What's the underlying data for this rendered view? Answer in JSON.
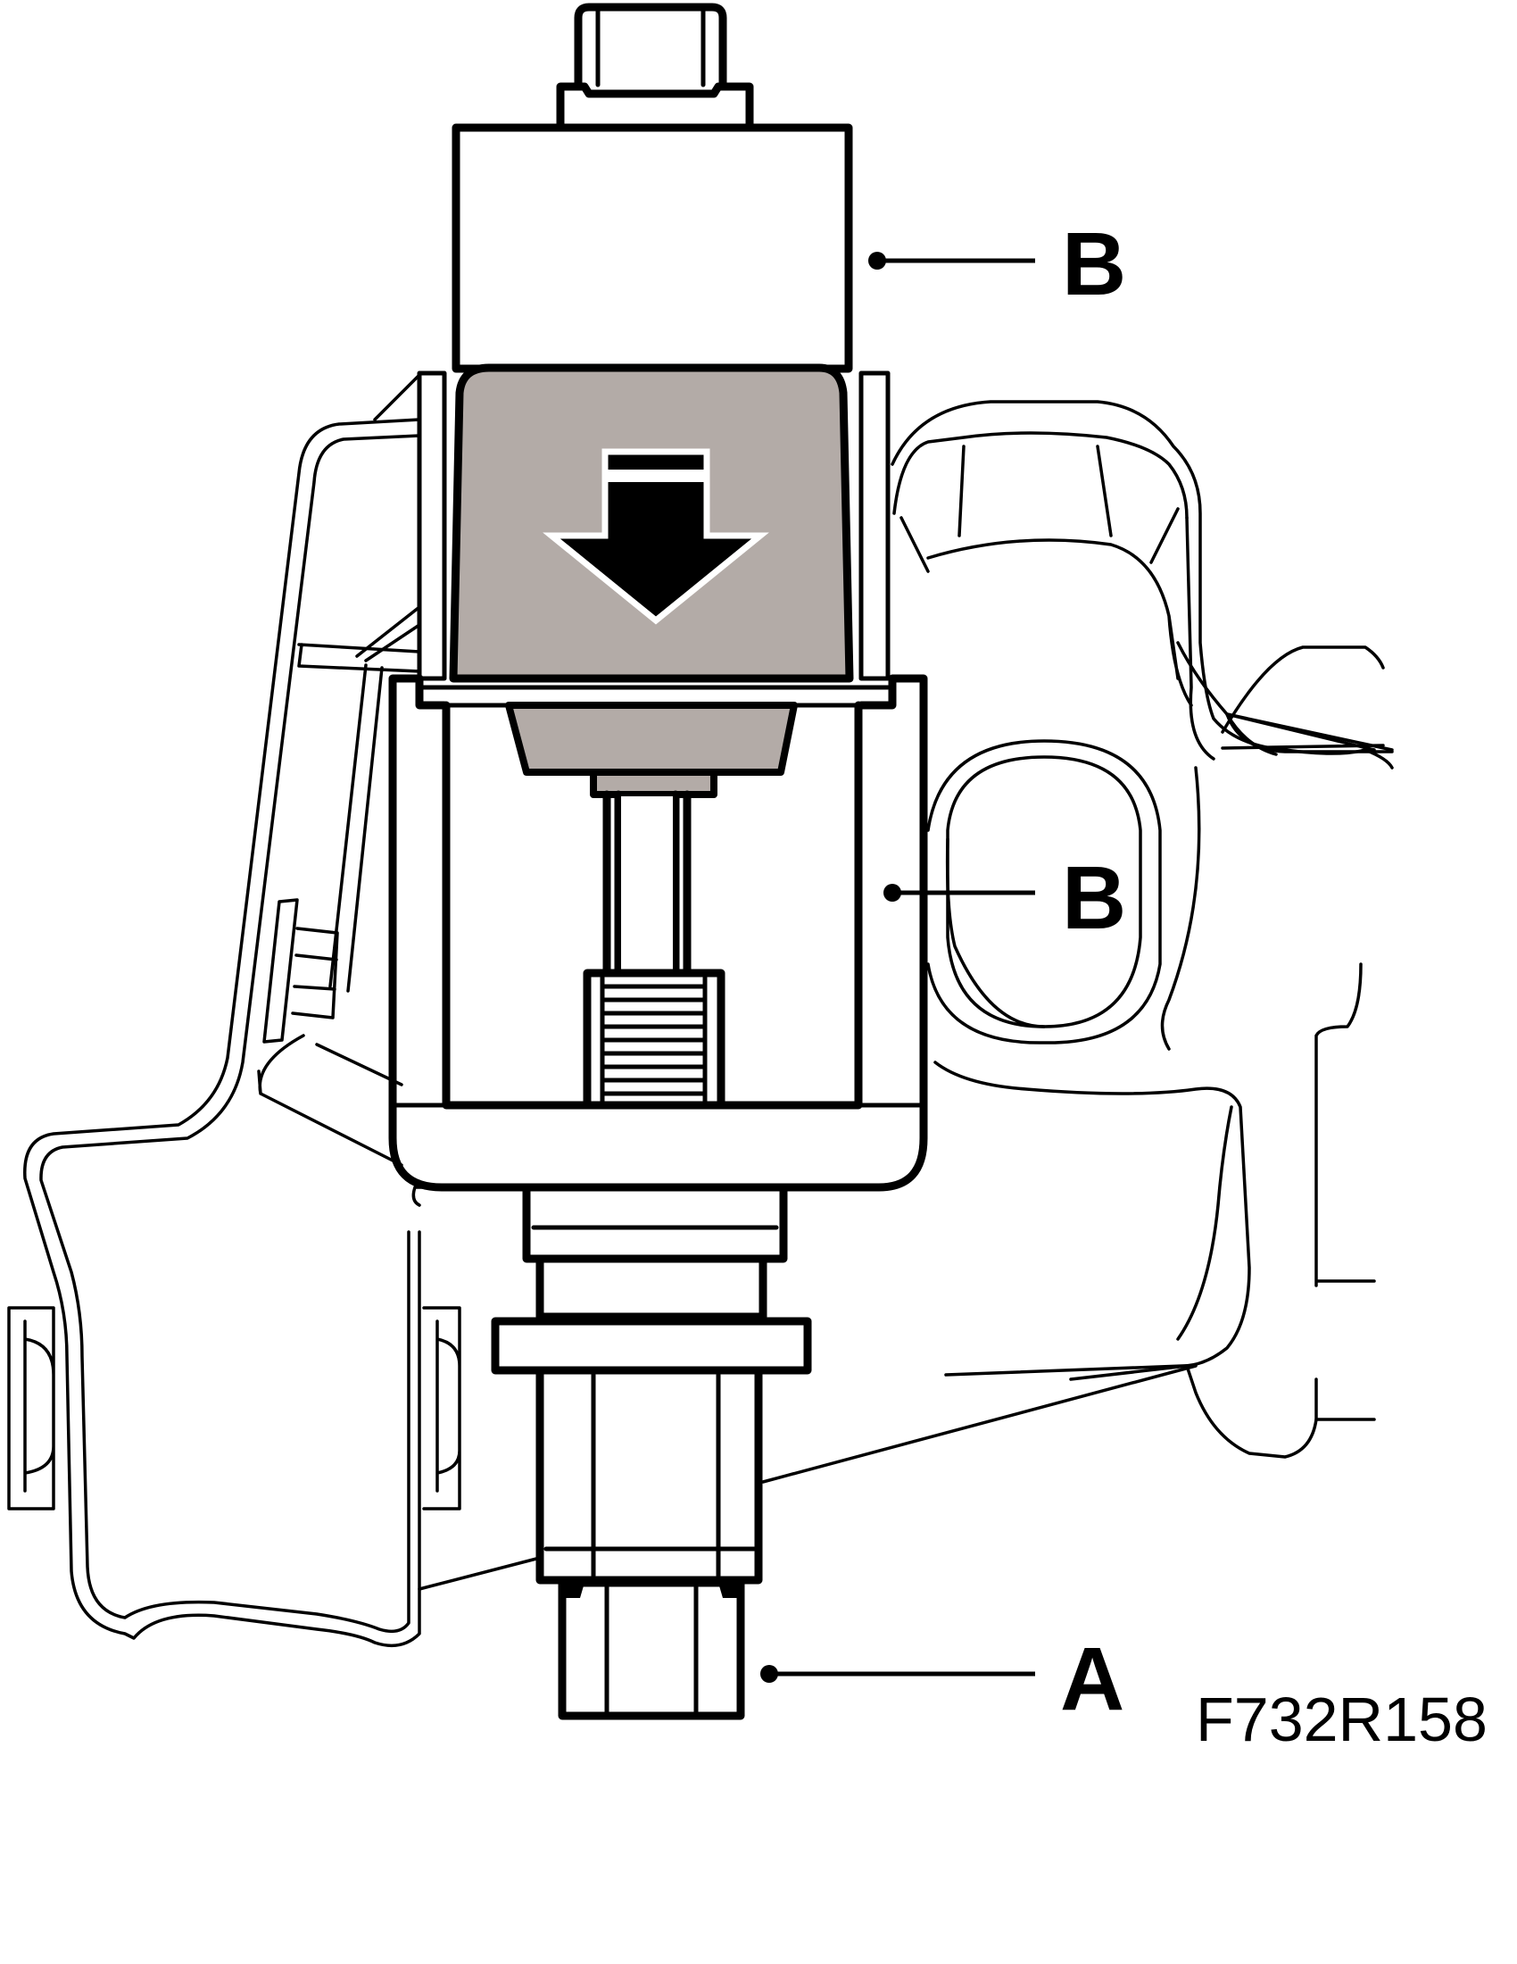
{
  "callouts": [
    {
      "label": "B"
    },
    {
      "label": "B"
    },
    {
      "label": "A"
    }
  ],
  "figure_code": "F732R158",
  "colors": {
    "line": "#000000",
    "background": "#ffffff",
    "tool_fill": "#b3aba7",
    "arrow_fill": "#000000"
  }
}
